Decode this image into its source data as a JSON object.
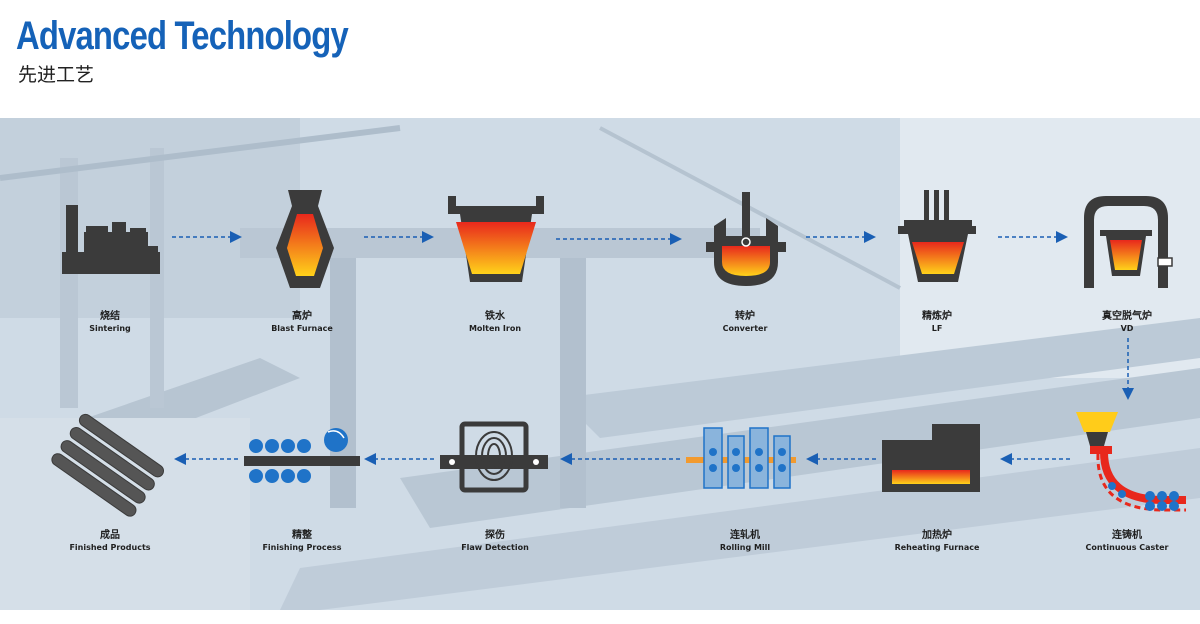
{
  "header": {
    "title": "Advanced Technology",
    "subtitle": "先进工艺"
  },
  "steps": [
    {
      "cn": "烧结",
      "en": "Sintering"
    },
    {
      "cn": "高炉",
      "en": "Blast Furnace"
    },
    {
      "cn": "铁水",
      "en": "Molten Iron"
    },
    {
      "cn": "转炉",
      "en": "Converter"
    },
    {
      "cn": "精炼炉",
      "en": "LF"
    },
    {
      "cn": "真空脱气炉",
      "en": "VD"
    },
    {
      "cn": "连铸机",
      "en": "Continuous Caster"
    },
    {
      "cn": "加热炉",
      "en": "Reheating Furnace"
    },
    {
      "cn": "连轧机",
      "en": "Rolling Mill"
    },
    {
      "cn": "探伤",
      "en": "Flaw Detection"
    },
    {
      "cn": "精整",
      "en": "Finishing Process"
    },
    {
      "cn": "成品",
      "en": "Finished Products"
    }
  ],
  "colors": {
    "title": "#1562b8",
    "arrow": "#1a5fb4",
    "icon_dark": "#3b3b3b",
    "molten_top": "#e8281c",
    "molten_bottom": "#ffd21a",
    "roll_blue": "#1f73c8",
    "panel_bg": "#cdd9e4"
  }
}
